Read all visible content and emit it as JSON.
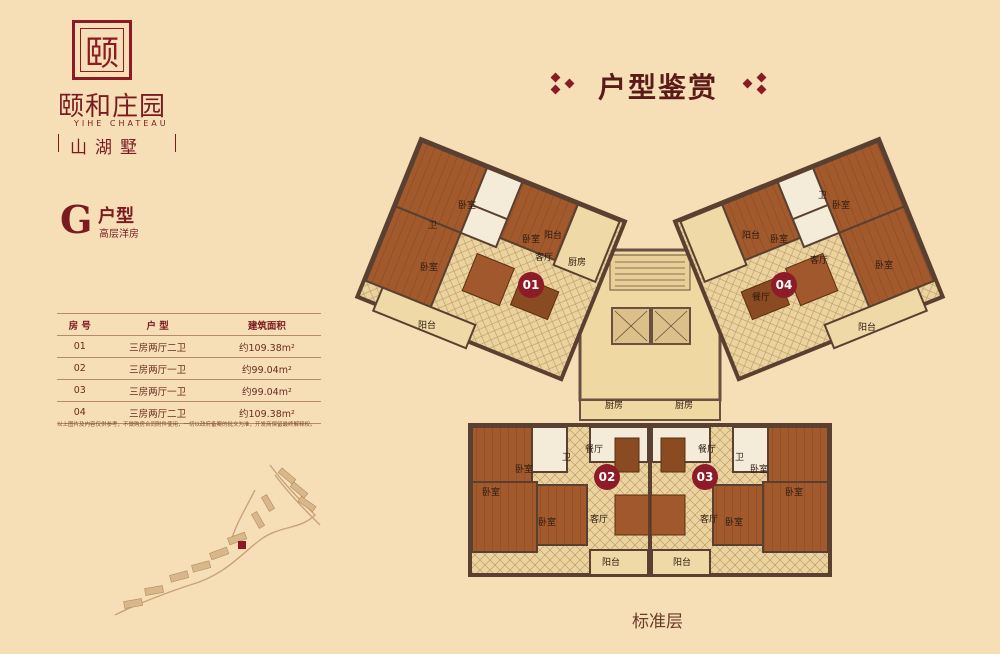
{
  "brand": {
    "seal": "颐",
    "name": "颐和庄园",
    "english": "YIHE CHATEAU",
    "tagline": "山湖墅"
  },
  "unit": {
    "letter": "G",
    "title": "户型",
    "subtitle": "高层洋房"
  },
  "table": {
    "headers": [
      "房 号",
      "户 型",
      "建筑面积"
    ],
    "rows": [
      [
        "01",
        "三房两厅二卫",
        "约109.38m²"
      ],
      [
        "02",
        "三房两厅一卫",
        "约99.04m²"
      ],
      [
        "03",
        "三房两厅一卫",
        "约99.04m²"
      ],
      [
        "04",
        "三房两厅二卫",
        "约109.38m²"
      ]
    ]
  },
  "disclaimer": "以上图片及内容仅供参考，不做购房合同附件使用，一切以政府备案的批文为准，开发商保留最终解释权。",
  "page_title": "户型鉴赏",
  "floor_label": "标准层",
  "plan": {
    "badges": [
      "01",
      "02",
      "03",
      "04"
    ],
    "rooms": {
      "bedroom": "卧室",
      "bath": "卫",
      "balcony": "阳台",
      "kitchen": "厨房",
      "dining": "餐厅",
      "living": "客厅"
    }
  },
  "colors": {
    "background": "#f6dfb6",
    "brand": "#8b1a24",
    "wood": "#a0582c",
    "tile": "#e9d39e"
  }
}
